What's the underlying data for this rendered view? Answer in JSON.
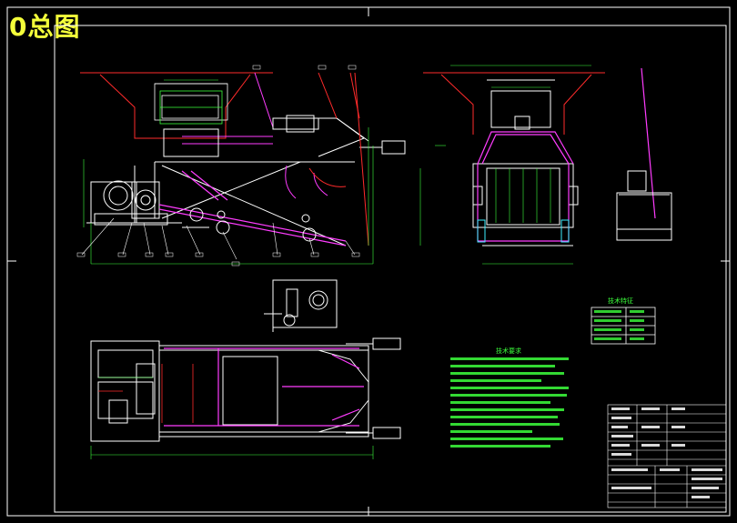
{
  "title": "0总图",
  "colors": {
    "background": "#000000",
    "title": "#f4ff3a",
    "frame": "#ffffff",
    "red": "#ff2b2b",
    "magenta": "#ff3cff",
    "green": "#3cff3c",
    "cyan": "#3cf0ff",
    "yellow": "#ffff40"
  },
  "tech_params": {
    "heading": "技术特征"
  },
  "requirements": {
    "heading": "技术要求"
  }
}
